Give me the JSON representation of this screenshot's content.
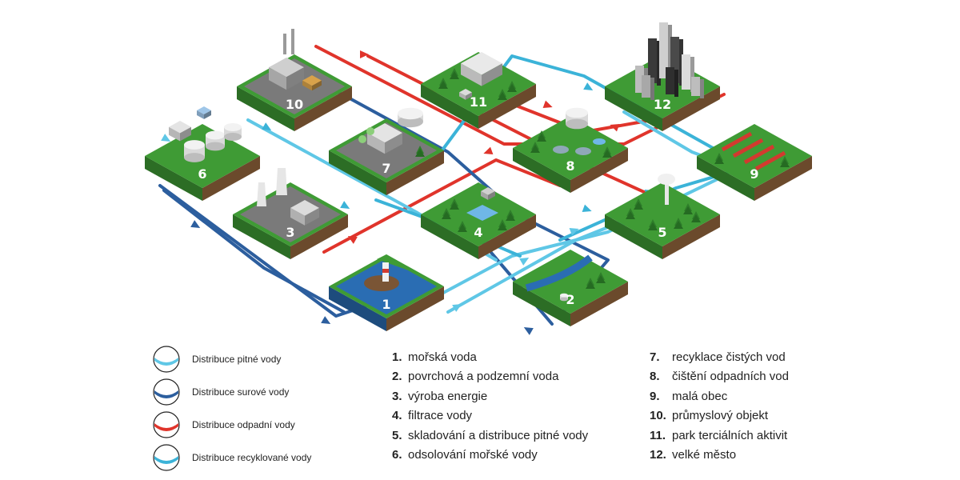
{
  "colors": {
    "drinking": "#5fc7e6",
    "raw": "#2c5e9e",
    "waste": "#e0342b",
    "recycled": "#3bb3d8",
    "grass": "#3f9b35",
    "soil": "#6b4a2c",
    "water": "#2a6db3",
    "concrete": "#7a7a7a"
  },
  "tiles": [
    {
      "number": "1",
      "kind": "sea"
    },
    {
      "number": "2",
      "kind": "river"
    },
    {
      "number": "3",
      "kind": "power-plant"
    },
    {
      "number": "4",
      "kind": "filtration"
    },
    {
      "number": "5",
      "kind": "water-tower"
    },
    {
      "number": "6",
      "kind": "desalination"
    },
    {
      "number": "7",
      "kind": "recycling"
    },
    {
      "number": "8",
      "kind": "wastewater"
    },
    {
      "number": "9",
      "kind": "village"
    },
    {
      "number": "10",
      "kind": "industry"
    },
    {
      "number": "11",
      "kind": "business-park"
    },
    {
      "number": "12",
      "kind": "city"
    }
  ],
  "legend": [
    {
      "label": "Distribuce pitné vody",
      "color": "#5fc7e6"
    },
    {
      "label": "Distribuce surové vody",
      "color": "#2c5e9e"
    },
    {
      "label": "Distribuce odpadní vody",
      "color": "#e0342b"
    },
    {
      "label": "Distribuce recyklované vody",
      "color": "#3bb3d8"
    }
  ],
  "list_left": [
    {
      "num": "1.",
      "text": "mořská voda"
    },
    {
      "num": "2.",
      "text": "povrchová a podzemní voda"
    },
    {
      "num": "3.",
      "text": "výroba energie"
    },
    {
      "num": "4.",
      "text": "filtrace vody"
    },
    {
      "num": "5.",
      "text": "skladování a distribuce pitné vody"
    },
    {
      "num": "6.",
      "text": "odsolování mořské vody"
    }
  ],
  "list_right": [
    {
      "num": "7.",
      "text": "recyklace čistých vod"
    },
    {
      "num": "8.",
      "text": "čištění odpadních vod"
    },
    {
      "num": "9.",
      "text": "malá obec"
    },
    {
      "num": "10.",
      "text": "průmyslový objekt"
    },
    {
      "num": "11.",
      "text": "park terciálních aktivit"
    },
    {
      "num": "12.",
      "text": "velké město"
    }
  ]
}
